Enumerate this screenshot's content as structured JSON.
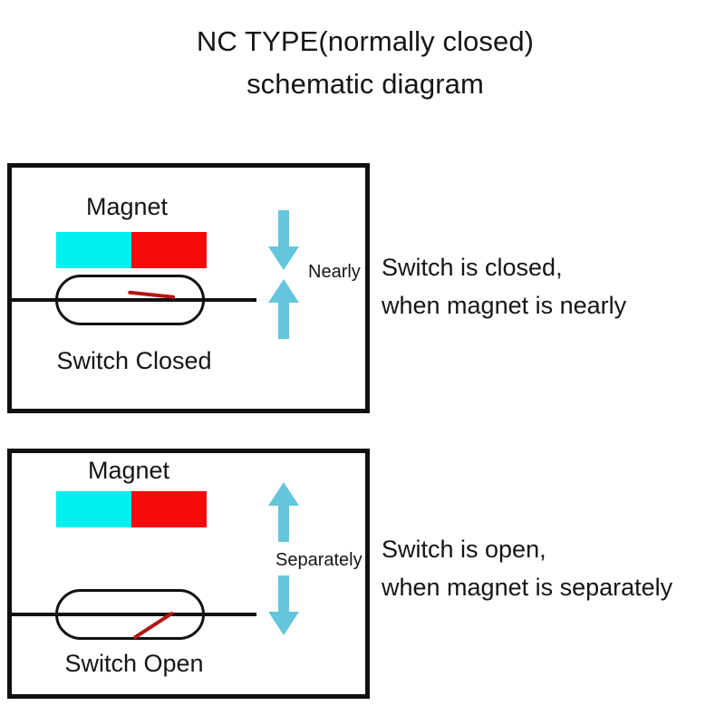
{
  "title": {
    "line1": "NC TYPE(normally closed)",
    "line2": "schematic diagram"
  },
  "colors": {
    "magnet_north": "#00EFEF",
    "magnet_south": "#F60A0A",
    "arrow": "#63C6DC",
    "blade": "#B51515",
    "border": "#111111",
    "text": "#151515",
    "background": "#FFFFFF"
  },
  "panels": [
    {
      "id": "closed",
      "magnet_label": "Magnet",
      "magnet": {
        "north_pole_color": "#00EFEF",
        "south_pole_color": "#F60A0A"
      },
      "switch_caption": "Switch Closed",
      "switch_state": "closed",
      "arrow_label": "Nearly",
      "arrow_direction": "converging",
      "arrows": [
        {
          "name": "arrow-down-icon",
          "direction": "down"
        },
        {
          "name": "arrow-up-icon",
          "direction": "up"
        }
      ],
      "description": {
        "line1": "Switch is closed,",
        "line2": "when magnet is nearly"
      }
    },
    {
      "id": "open",
      "magnet_label": "Magnet",
      "magnet": {
        "north_pole_color": "#00EFEF",
        "south_pole_color": "#F60A0A"
      },
      "switch_caption": "Switch Open",
      "switch_state": "open",
      "arrow_label": "Separately",
      "arrow_direction": "diverging",
      "arrows": [
        {
          "name": "arrow-up-icon",
          "direction": "up"
        },
        {
          "name": "arrow-down-icon",
          "direction": "down"
        }
      ],
      "description": {
        "line1": "Switch is open,",
        "line2": "when magnet is separately"
      }
    }
  ]
}
